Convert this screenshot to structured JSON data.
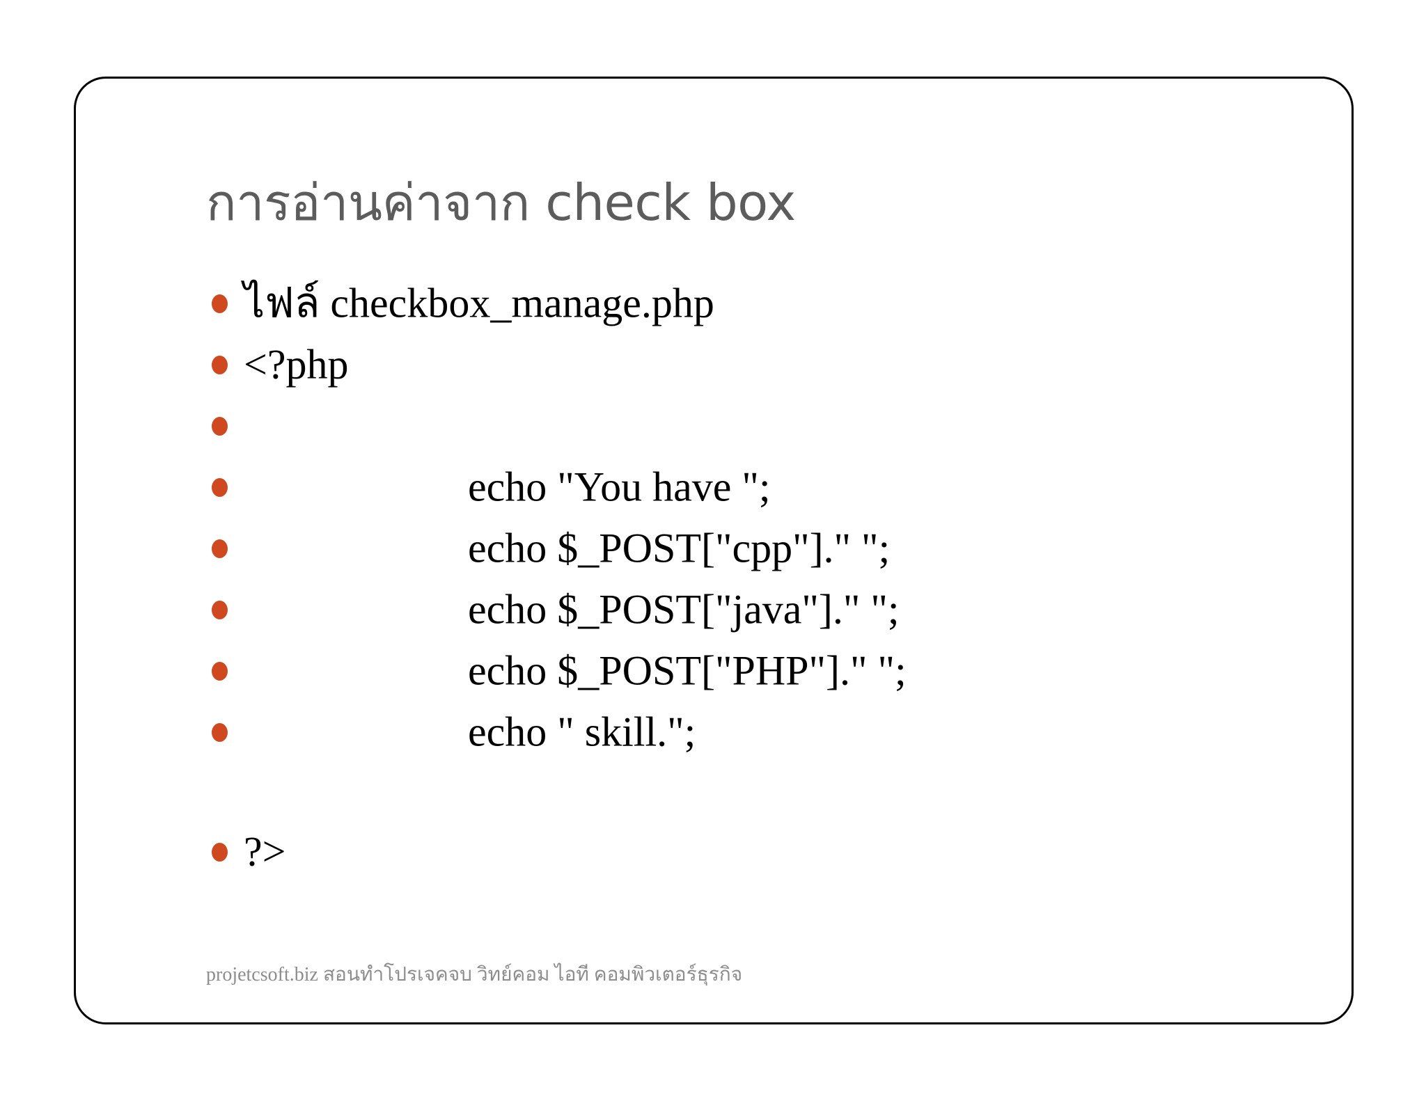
{
  "slide": {
    "title": "การอ่านค่าจาก check box",
    "title_color": "#5c5c5c",
    "background_color": "#ffffff",
    "border_color": "#000000",
    "bullet_color": "#cf4920",
    "body_text_color": "#000000",
    "footer_color": "#8d8d8d",
    "footer": "projetcsoft.biz สอนทำโปรเจคจบ วิทย์คอม ไอที คอมพิวเตอร์ธุรกิจ",
    "bullets": [
      {
        "text": "ไฟล์ checkbox_manage.php",
        "indent": false
      },
      {
        "text": "<?php",
        "indent": false
      },
      {
        "text": "",
        "indent": false
      },
      {
        "text": "echo \"You have \";",
        "indent": true
      },
      {
        "text": "echo $_POST[\"cpp\"].\" \";",
        "indent": true
      },
      {
        "text": "echo $_POST[\"java\"].\" \";",
        "indent": true
      },
      {
        "text": "echo $_POST[\"PHP\"].\" \";",
        "indent": true
      },
      {
        "text": "echo \" skill.\";",
        "indent": true
      },
      {
        "text": "?>",
        "indent": false
      }
    ]
  }
}
